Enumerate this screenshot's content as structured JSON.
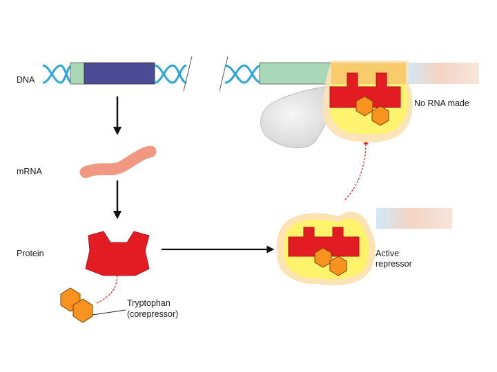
{
  "labels": {
    "dna": "DNA",
    "mrna": "mRNA",
    "protein": "Protein",
    "tryptophan_line1": "Tryptophan",
    "tryptophan_line2": "(corepressor)",
    "no_rna_made": "No RNA made",
    "active_line1": "Active",
    "active_line2": "repressor"
  },
  "colors": {
    "helix": "#2aa7d6",
    "operator_green": "#a9d8b8",
    "gene_purple": "#4b4a94",
    "gene_lightblue": "#cfe9f8",
    "gene_peach": "#f0c2b0",
    "mrna_salmon": "#f19882",
    "repressor_red": "#e31b23",
    "tryptophan_orange": "#f7931e",
    "halo_yellow": "#fff36b",
    "halo_peach": "#fbe3b3",
    "polymerase_gray": "#e4e4e4",
    "arrow_black": "#111111",
    "arrow_red": "#e31b23"
  }
}
